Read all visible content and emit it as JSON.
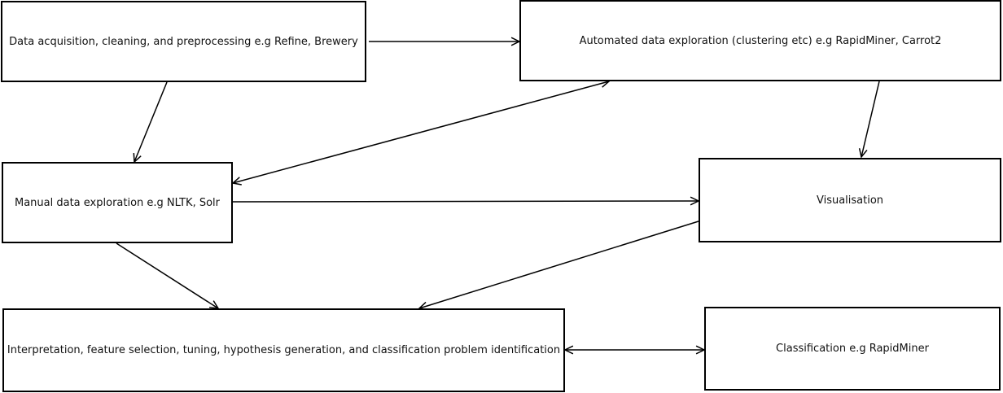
{
  "nodes": {
    "acquisition": "Data acquisition, cleaning, and preprocessing e.g Refine, Brewery",
    "automated": "Automated data exploration (clustering etc) e.g RapidMiner, Carrot2",
    "manual": "Manual data exploration e.g NLTK, Solr",
    "visualisation": "Visualisation",
    "interpretation": "Interpretation, feature selection, tuning, hypothesis generation, and classification problem identification",
    "classification": "Classification e.g RapidMiner"
  },
  "edges": [
    {
      "from": "acquisition",
      "to": "automated",
      "direction": "forward"
    },
    {
      "from": "acquisition",
      "to": "manual",
      "direction": "forward"
    },
    {
      "from": "automated",
      "to": "manual",
      "direction": "both"
    },
    {
      "from": "automated",
      "to": "visualisation",
      "direction": "forward"
    },
    {
      "from": "manual",
      "to": "visualisation",
      "direction": "forward"
    },
    {
      "from": "manual",
      "to": "interpretation",
      "direction": "forward"
    },
    {
      "from": "visualisation",
      "to": "interpretation",
      "direction": "forward"
    },
    {
      "from": "interpretation",
      "to": "classification",
      "direction": "both"
    }
  ],
  "colors": {
    "stroke": "#000000",
    "background": "#ffffff"
  }
}
